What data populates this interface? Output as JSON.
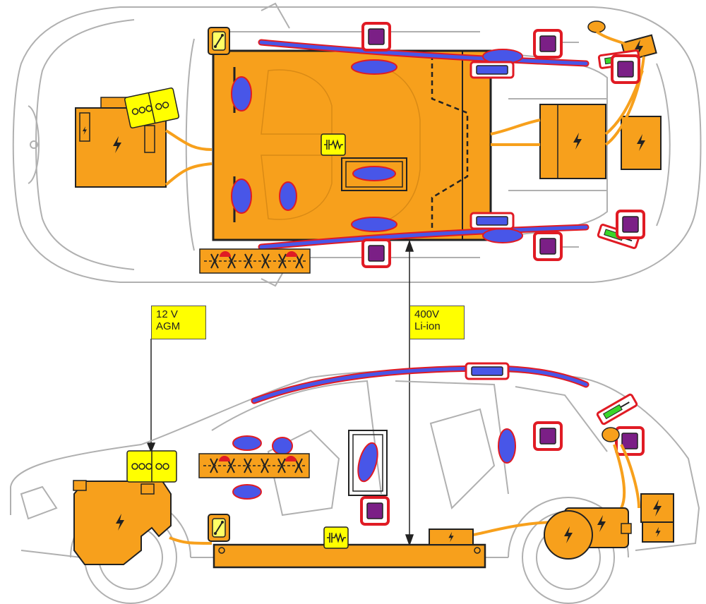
{
  "labels": {
    "battery_12v": {
      "line1": "12 V",
      "line2": "AGM"
    },
    "battery_hv": {
      "line1": "400V",
      "line2": "Li-ion"
    }
  },
  "icons": {
    "high_voltage": "lightning-bolt-icon",
    "airbag": "purple-square-airbag-icon",
    "gas_generator": "blue-cylinder-inflator-icon",
    "pretensioner": "green-seatbelt-pretensioner-icon",
    "fuse": "fuse-icon",
    "ultracap": "capacitor-resistor-icon",
    "cut_zone": "cut-zone-strip-icon"
  },
  "colors": {
    "high_voltage": "#f7a01c",
    "airbag_tube": "#4856e8",
    "airbag_border": "#e01b24",
    "airbag_fill": "#7b1f86",
    "pretensioner": "#39d62a",
    "label_bg": "#ffff00",
    "outline": "#b0b0b0"
  }
}
